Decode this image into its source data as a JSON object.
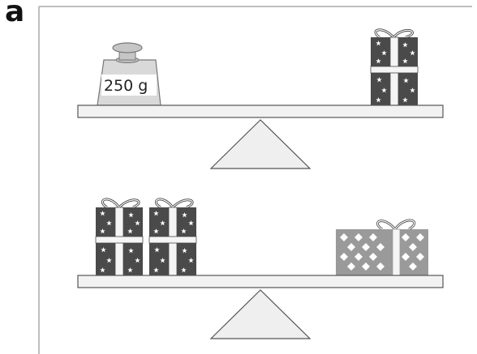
{
  "part_label": "a",
  "weight_label": "250 g",
  "colors": {
    "frame": "#a8a8a8",
    "beam_fill": "#f2f2f2",
    "beam_stroke": "#555555",
    "fulcrum_fill": "#efefef",
    "dark_gift": "#4a4a4a",
    "gray_gift": "#9a9a9a",
    "weight_body": "#d9d9d9",
    "weight_knob": "#c6c6c6",
    "ribbon": "#f5f5f5"
  },
  "scales": [
    {
      "left": [
        "weight"
      ],
      "right": [
        "dark-gift"
      ]
    },
    {
      "left": [
        "dark-gift",
        "dark-gift"
      ],
      "right": [
        "gray-gift"
      ]
    }
  ]
}
